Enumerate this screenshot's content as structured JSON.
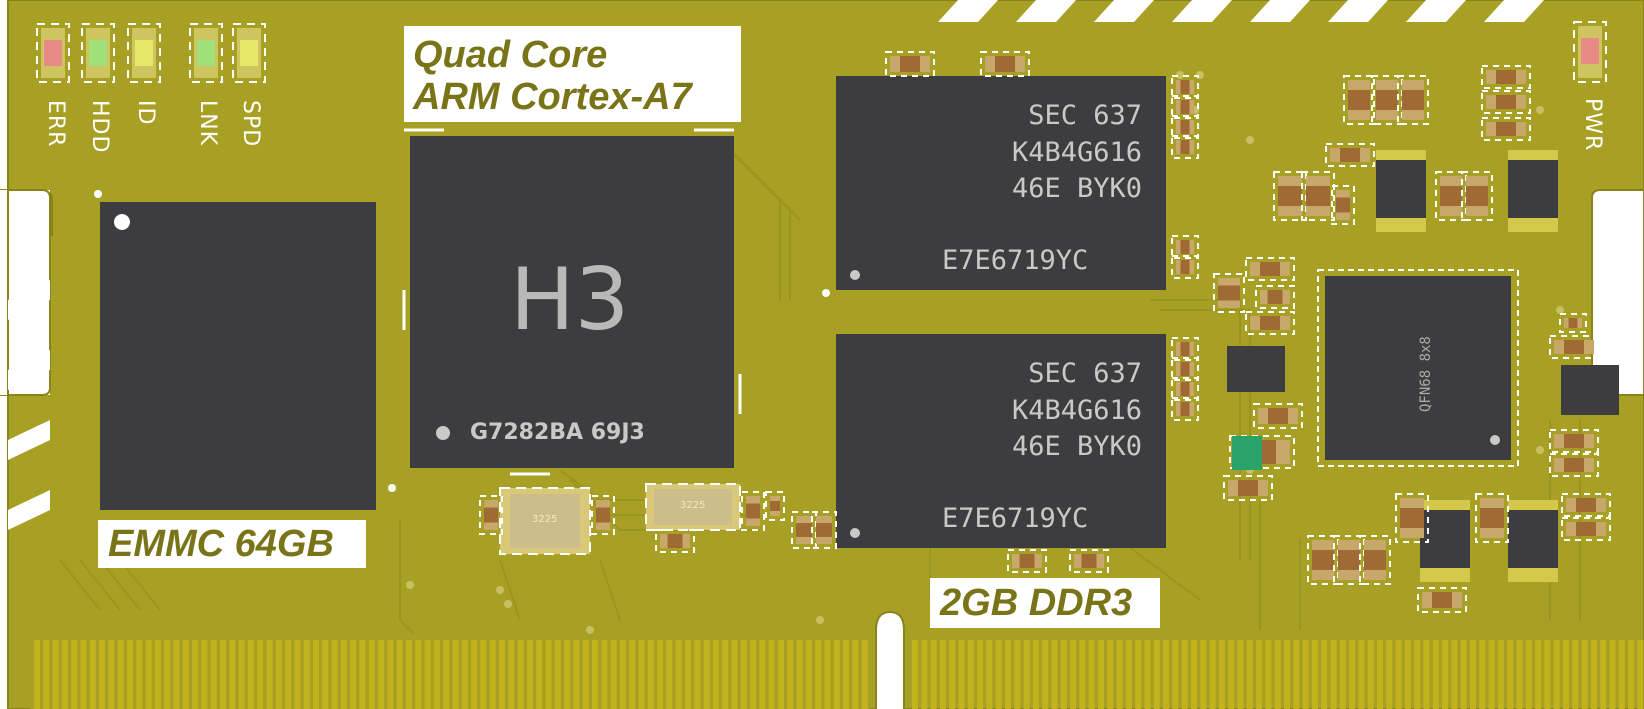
{
  "board": {
    "colors": {
      "pcb": "#a8a024",
      "pcb_dark": "#8f8720",
      "gold": "#c2b21c",
      "chip": "#3d3d3f",
      "label_text": "#7a7418",
      "silk": "#ffffff"
    }
  },
  "labels": {
    "soc_line1": "Quad Core",
    "soc_line2": "ARM Cortex-A7",
    "emmc": "EMMC 64GB",
    "ddr": "2GB DDR3"
  },
  "leds": [
    {
      "label": "ERR",
      "color": "#e88a86"
    },
    {
      "label": "HDD",
      "color": "#9fe07a"
    },
    {
      "label": "ID",
      "color": "#e6e86a"
    },
    {
      "label": "LNK",
      "color": "#9fe07a"
    },
    {
      "label": "SPD",
      "color": "#e6e86a"
    },
    {
      "label": "PWR",
      "color": "#e88a86"
    }
  ],
  "soc": {
    "name": "H3",
    "marking": "G7282BA  69J3"
  },
  "ram": [
    {
      "line1": "SEC 637",
      "line2": "K4B4G616",
      "line3": "46E BYK0",
      "line4": "E7E6719YC"
    },
    {
      "line1": "SEC 637",
      "line2": "K4B4G616",
      "line3": "46E BYK0",
      "line4": "E7E6719YC"
    }
  ],
  "qfn_label": "QFN68 8x8",
  "crystals": [
    "3225",
    "3225"
  ]
}
